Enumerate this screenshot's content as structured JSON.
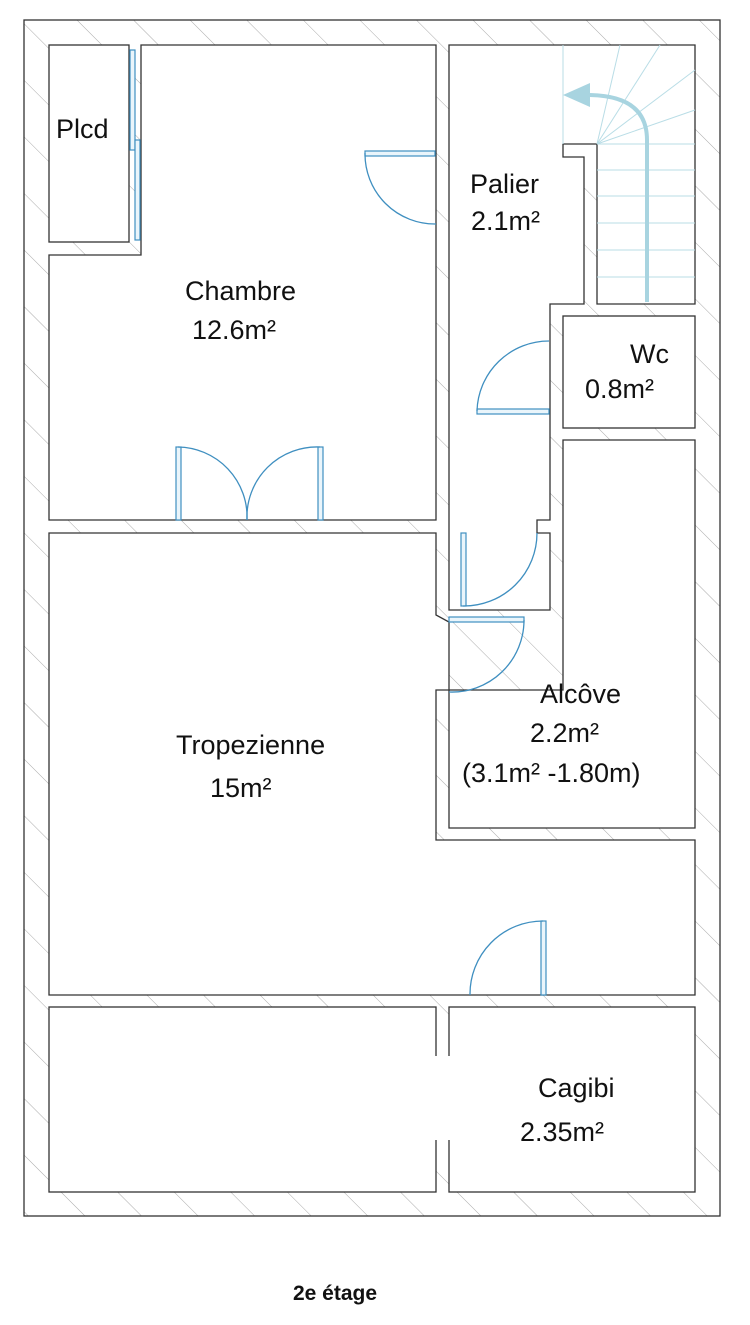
{
  "plan": {
    "rooms": {
      "plcd": {
        "name": "Plcd"
      },
      "chambre": {
        "name": "Chambre",
        "area": "12.6m²"
      },
      "palier": {
        "name": "Palier",
        "area": "2.1m²"
      },
      "wc": {
        "name": "Wc",
        "area": "0.8m²"
      },
      "alcove": {
        "name": "Alcôve",
        "area": "2.2m²",
        "note": "(3.1m² -1.80m)"
      },
      "tropezienne": {
        "name": "Tropezienne",
        "area": "15m²"
      },
      "cagibi": {
        "name": "Cagibi",
        "area": "2.35m²"
      }
    },
    "caption": "2e étage",
    "colors": {
      "wall": "#333333",
      "door": "#3f8fc0",
      "stair": "#a8d4e0"
    }
  }
}
